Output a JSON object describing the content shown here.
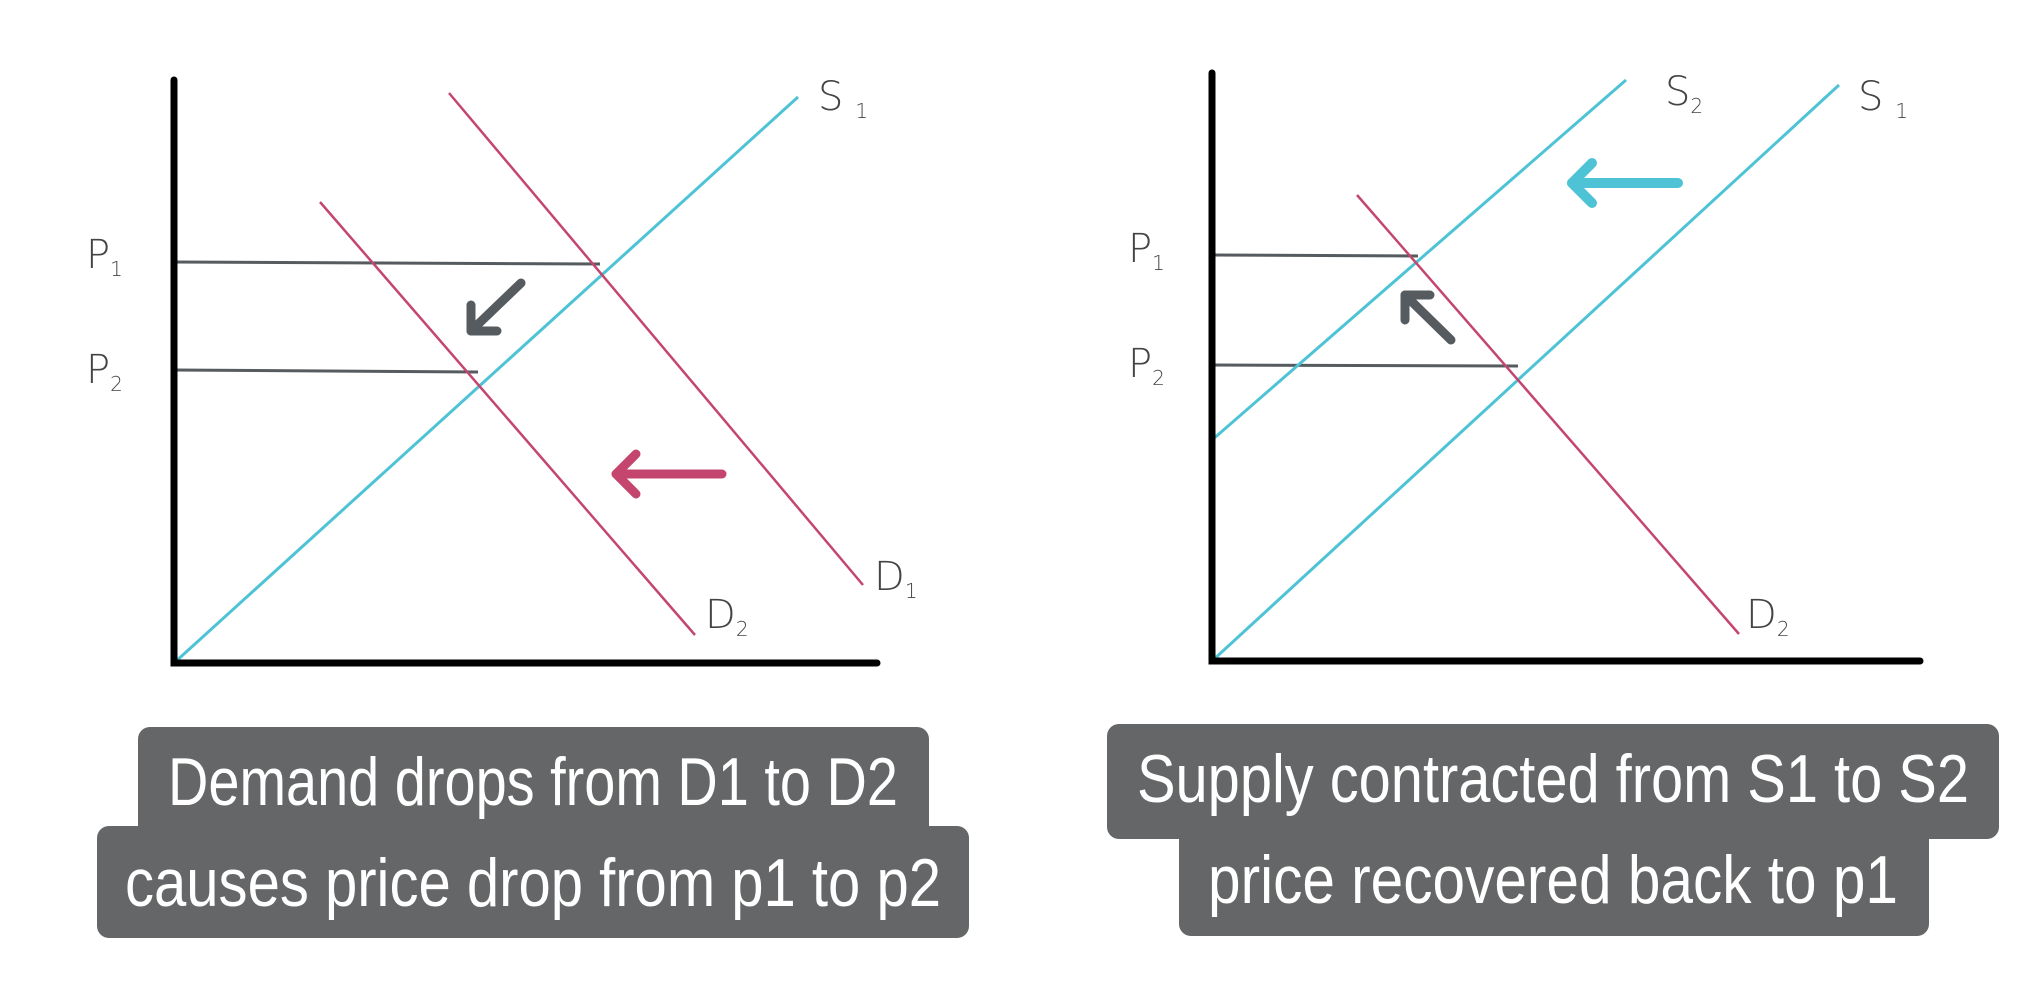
{
  "colors": {
    "supply": "#4ec3d6",
    "demand": "#c4466e",
    "price_line": "#555b5e",
    "caption_bg": "#656667"
  },
  "left_diagram": {
    "labels": {
      "p1": "P",
      "p1_sub": "1",
      "p2": "P",
      "p2_sub": "2",
      "s1": "S",
      "s1_sub": "1",
      "d1": "D",
      "d1_sub": "1",
      "d2": "D",
      "d2_sub": "2"
    },
    "caption": [
      "Demand drops from D1 to D2",
      "causes price drop from p1 to p2"
    ],
    "arrows": [
      "demand-shift-left",
      "equilibrium-down-left"
    ]
  },
  "right_diagram": {
    "labels": {
      "p1": "P",
      "p1_sub": "1",
      "p2": "P",
      "p2_sub": "2",
      "s1": "S",
      "s1_sub": "1",
      "s2": "S",
      "s2_sub": "2",
      "d2": "D",
      "d2_sub": "2"
    },
    "caption": [
      "Supply contracted from S1 to S2",
      "price recovered back to p1"
    ],
    "arrows": [
      "supply-shift-left",
      "equilibrium-up-left"
    ]
  }
}
